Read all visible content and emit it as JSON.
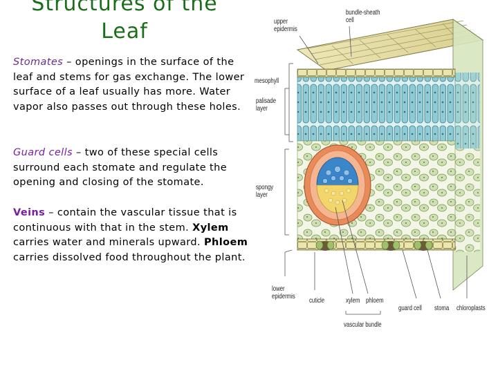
{
  "title": {
    "line1": "Structures of the",
    "line2": "Leaf"
  },
  "paragraphs": {
    "stomates": {
      "term": "Stomates",
      "text": " – openings in the surface of the leaf and stems for gas exchange. The lower surface of a leaf usually has more. Water vapor also passes out through these holes."
    },
    "guard": {
      "term": "Guard cells",
      "text": " – two of these special cells surround each stomate and regulate the opening and closing of the stomate."
    },
    "veins": {
      "term": "Veins",
      "text1": " – contain the vascular tissue that is continuous with that in the stem. ",
      "xylem": "Xylem",
      "text2": " carries water and minerals upward. ",
      "phloem": "Phloem",
      "text3": " carries dissolved food throughout the plant."
    }
  },
  "diagram": {
    "labels": {
      "upper_epidermis": "upper\nepidermis",
      "bundle_sheath": "bundle-sheath\ncell",
      "mesophyll": "mesophyll",
      "palisade": "palisade\nlayer",
      "spongy": "spongy\nlayer",
      "lower_epidermis": "lower\nepidermis",
      "cuticle": "cuticle",
      "xylem": "xylem",
      "phloem": "phloem",
      "guard_cell": "guard cell",
      "stoma": "stoma",
      "chloroplasts": "chloroplasts",
      "vascular_bundle": "vascular bundle"
    },
    "colors": {
      "epidermis": "#e6dfa8",
      "palisade": "#8fcbd4",
      "spongy": "#cfe0b4",
      "xylem": "#3a86c8",
      "phloem": "#f2d66b",
      "sheath": "#e88a5a",
      "outline": "#5a6b3a"
    }
  }
}
